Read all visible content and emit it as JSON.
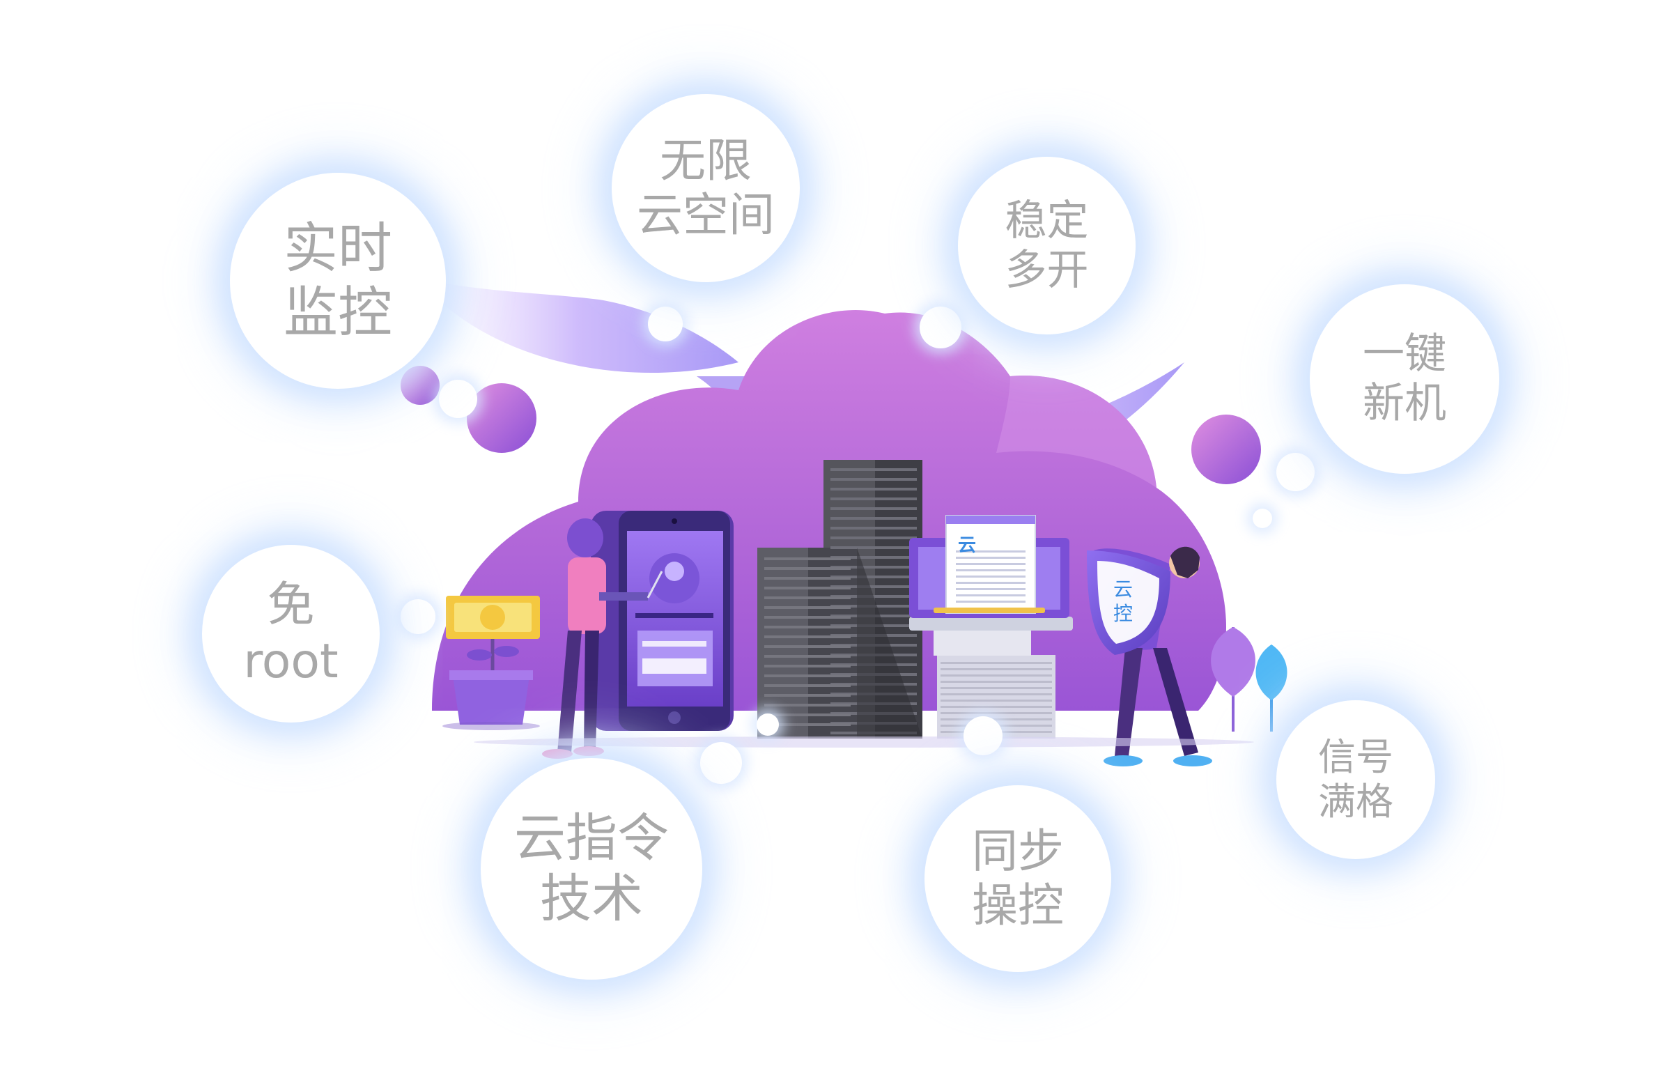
{
  "bubbles": {
    "realtime_monitor": {
      "line1": "实时",
      "line2": "监控"
    },
    "unlimited_space": {
      "line1": "无限",
      "line2": "云空间"
    },
    "stable_multi": {
      "line1": "稳定",
      "line2": "多开"
    },
    "one_click": {
      "line1": "一键",
      "line2": "新机"
    },
    "no_root": {
      "line1": "免",
      "line2": "root"
    },
    "cloud_command": {
      "line1": "云指令",
      "line2": "技术"
    },
    "sync_control": {
      "line1": "同步",
      "line2": "操控"
    },
    "full_signal": {
      "line1": "信号",
      "line2": "满格"
    }
  },
  "illustration": {
    "document_label": "云",
    "shield_line1": "云",
    "shield_line2": "控"
  },
  "colors": {
    "cloud_purple": "#b066d8",
    "cloud_light": "#cf7fe0",
    "bubble_text": "#a8a8a8",
    "server_dark": "#4a4a50",
    "accent_blue": "#3a8ae0",
    "phone_purple": "#7b4fd6"
  }
}
